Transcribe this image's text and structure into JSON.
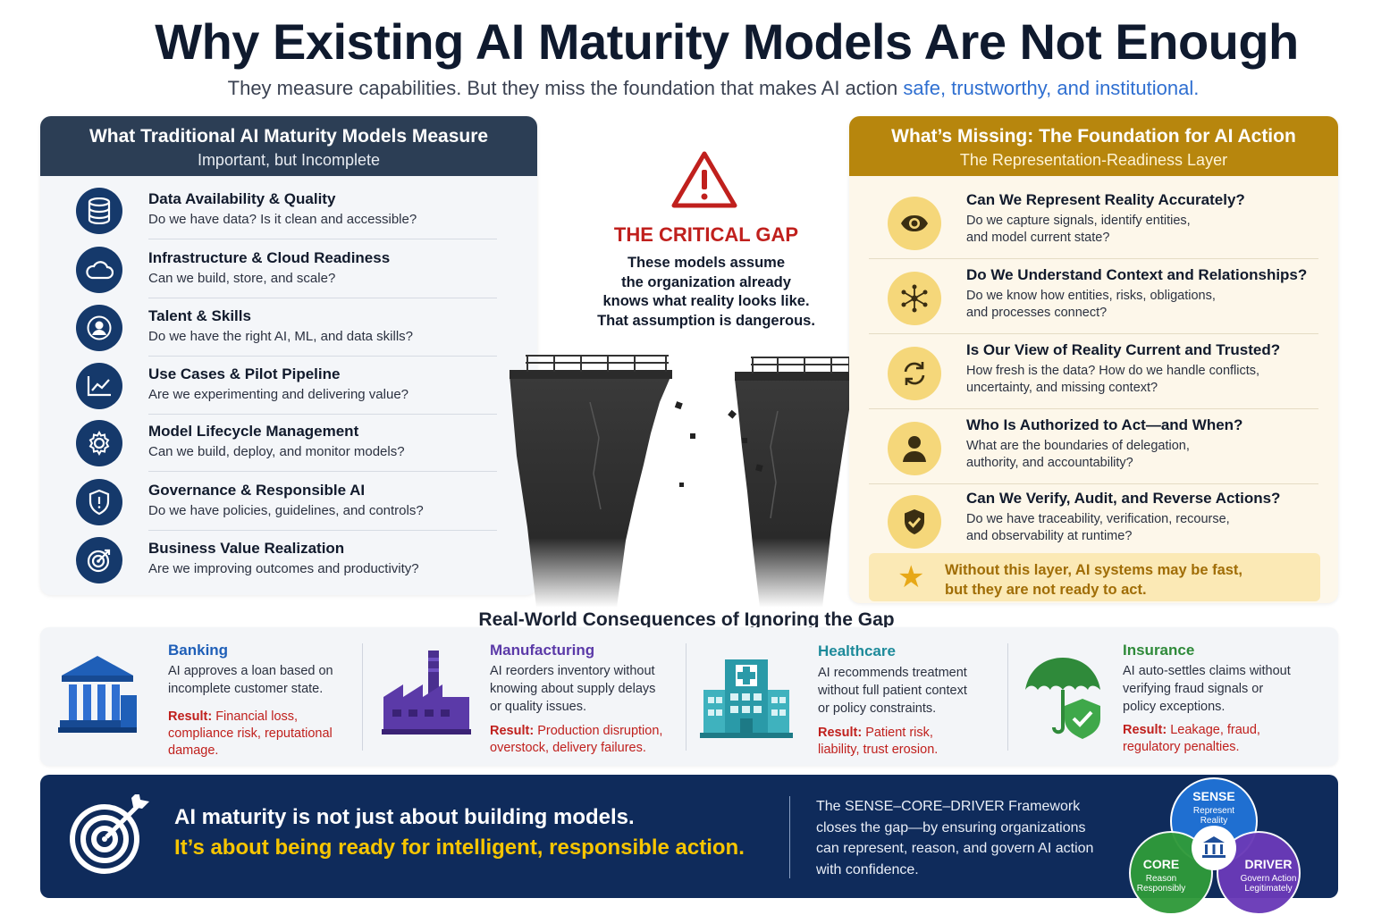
{
  "title": "Why Existing AI Maturity Models Are Not Enough",
  "subtitle_main": "They measure capabilities. But they miss the foundation that makes AI action ",
  "subtitle_highlight": "safe, trustworthy, and institutional.",
  "left": {
    "heading": "What Traditional AI Maturity Models Measure",
    "subheading": "Important, but Incomplete",
    "items": [
      {
        "title": "Data Availability & Quality",
        "desc": "Do we have data? Is it clean and accessible?",
        "icon": "database-icon"
      },
      {
        "title": "Infrastructure & Cloud Readiness",
        "desc": "Can we build, store, and scale?",
        "icon": "cloud-icon"
      },
      {
        "title": "Talent & Skills",
        "desc": "Do we have the right AI, ML, and data skills?",
        "icon": "person-icon"
      },
      {
        "title": "Use Cases & Pilot Pipeline",
        "desc": "Are we experimenting and delivering value?",
        "icon": "trend-chart-icon"
      },
      {
        "title": "Model Lifecycle Management",
        "desc": "Can we build, deploy, and monitor models?",
        "icon": "gear-icon"
      },
      {
        "title": "Governance & Responsible AI",
        "desc": "Do we have policies, guidelines, and controls?",
        "icon": "shield-icon"
      },
      {
        "title": "Business Value Realization",
        "desc": "Are we improving outcomes and productivity?",
        "icon": "target-icon"
      }
    ]
  },
  "center": {
    "gap_title": "THE CRITICAL GAP",
    "gap_line1": "These models assume",
    "gap_line2": "the organization already",
    "gap_line3": "knows what reality looks like.",
    "gap_line4": "That assumption is dangerous."
  },
  "right": {
    "heading": "What’s Missing: The Foundation for AI Action",
    "subheading": "The Representation-Readiness Layer",
    "items": [
      {
        "title": "Can We Represent Reality Accurately?",
        "desc1": "Do we capture signals, identify entities,",
        "desc2": "and model current state?",
        "icon": "eye-icon"
      },
      {
        "title": "Do We Understand Context and Relationships?",
        "desc1": "Do we know how entities, risks, obligations,",
        "desc2": "and processes connect?",
        "icon": "network-icon"
      },
      {
        "title": "Is Our View of Reality Current and Trusted?",
        "desc1": "How fresh is the data? How do we handle conflicts,",
        "desc2": "uncertainty, and missing context?",
        "icon": "refresh-icon"
      },
      {
        "title": "Who Is Authorized to Act—and When?",
        "desc1": "What are the boundaries of delegation,",
        "desc2": "authority, and accountability?",
        "icon": "person-icon"
      },
      {
        "title": "Can We Verify, Audit, and Reverse Actions?",
        "desc1": "Do we have traceability, verification, recourse,",
        "desc2": "and observability at runtime?",
        "icon": "shield-check-icon"
      }
    ],
    "note_line1": "Without this layer, AI systems may be fast,",
    "note_line2": "but they are not ready to act."
  },
  "consequences": {
    "title": "Real-World Consequences of Ignoring the Gap",
    "result_label": "Result:",
    "items": [
      {
        "name": "Banking",
        "color": "#1f5fb8",
        "d1": "AI approves a loan based on",
        "d2": "incomplete customer state.",
        "d3": "",
        "r1": "Financial loss,",
        "r2": "compliance risk, reputational",
        "r3": "damage.",
        "icon": "bank-icon"
      },
      {
        "name": "Manufacturing",
        "color": "#5b3aa8",
        "d1": "AI reorders inventory without",
        "d2": "knowing about supply delays",
        "d3": "or quality issues.",
        "r1": "Production disruption,",
        "r2": "overstock, delivery failures.",
        "r3": "",
        "icon": "factory-icon"
      },
      {
        "name": "Healthcare",
        "color": "#1d8a9a",
        "d1": "AI recommends treatment",
        "d2": "without full patient context",
        "d3": "or policy constraints.",
        "r1": "Patient risk,",
        "r2": "liability, trust erosion.",
        "r3": "",
        "icon": "hospital-icon"
      },
      {
        "name": "Insurance",
        "color": "#2f8a3a",
        "d1": "AI auto-settles claims without",
        "d2": "verifying fraud signals or",
        "d3": "policy exceptions.",
        "r1": "Leakage, fraud,",
        "r2": "regulatory penalties.",
        "r3": "",
        "icon": "umbrella-shield-icon"
      }
    ]
  },
  "banner": {
    "line1": "AI maturity is not just about building models.",
    "line2": "It’s about being ready for intelligent, responsible action.",
    "framework_pre": "The ",
    "framework_name": "SENSE–CORE–DRIVER Framework",
    "framework_l2": "closes the gap—by ensuring organizations",
    "framework_l3": "can represent, reason, and govern AI action",
    "framework_l4": "with confidence.",
    "venn": {
      "sense": "SENSE",
      "sense_sub1": "Represent",
      "sense_sub2": "Reality",
      "core": "CORE",
      "core_sub1": "Reason",
      "core_sub2": "Responsibly",
      "driver": "DRIVER",
      "driver_sub1": "Govern Action",
      "driver_sub2": "Legitimately"
    }
  },
  "colors": {
    "navy": "#0f2b5b",
    "gold": "#b7860d",
    "red": "#c0201d",
    "blue_accent": "#2f6fd1",
    "yellow_text": "#f7c500"
  }
}
